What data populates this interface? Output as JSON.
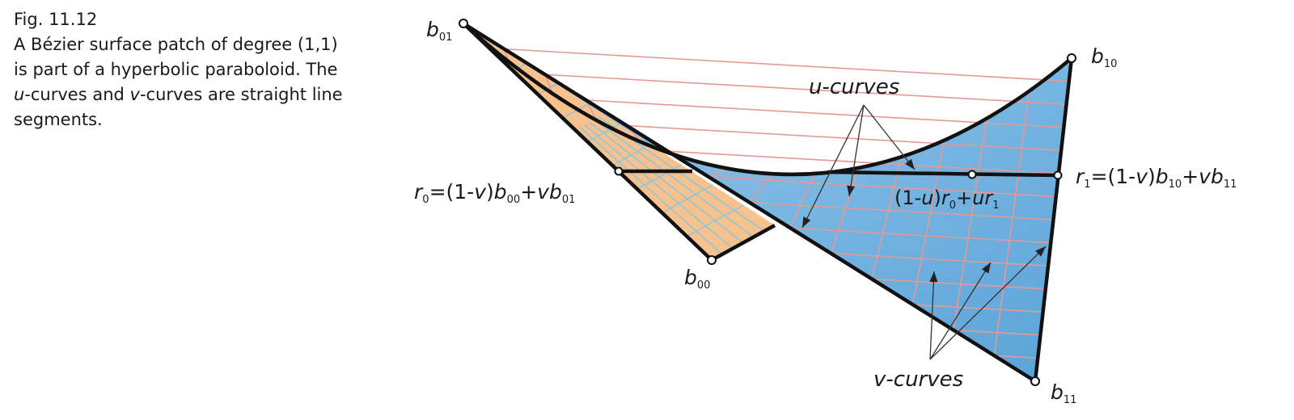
{
  "caption": {
    "figure_number": "Fig. 11.12",
    "line1": "A Bézier surface patch of degree (1,1)",
    "line2": "is part of a hyperbolic paraboloid. The",
    "line3_u": "u",
    "line3_mid": "-curves and ",
    "line3_v": "v",
    "line3_end": "-curves are straight line",
    "line4": "segments."
  },
  "labels": {
    "b": "b",
    "sub_01": "01",
    "sub_00": "00",
    "sub_10": "10",
    "sub_11": "11",
    "r": "r",
    "sub_0": "0",
    "sub_1": "1",
    "u": "u",
    "v": "v",
    "eq_open": "=(1-",
    "eq_close": ")",
    "plus": "+",
    "interp_open": "(1-",
    "interp_close": ")",
    "u_curves": "u-curves",
    "v_curves": "v-curves"
  },
  "colors": {
    "orange_fill": "#f7c28e",
    "blue_fill": "#7ab8e4",
    "grid_line_on_orange": "#8fc6d8",
    "grid_line_on_blue": "#e39a94",
    "outline": "#111111"
  }
}
